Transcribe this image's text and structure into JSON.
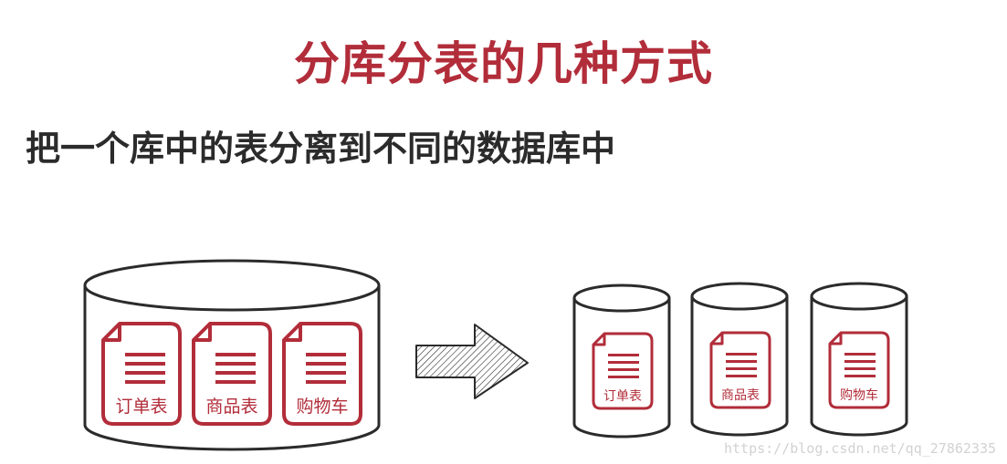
{
  "title": "分库分表的几种方式",
  "subtitle": "把一个库中的表分离到不同的数据库中",
  "colors": {
    "accent": "#b22d3a",
    "stroke": "#2b2b2b",
    "watermark": "#d2d2d2"
  },
  "source_database": {
    "tables": [
      {
        "label": "订单表",
        "icon": "document-icon"
      },
      {
        "label": "商品表",
        "icon": "document-icon"
      },
      {
        "label": "购物车",
        "icon": "document-icon"
      }
    ]
  },
  "arrow": {
    "icon": "right-arrow-icon"
  },
  "target_databases": [
    {
      "table": {
        "label": "订单表",
        "icon": "document-icon"
      }
    },
    {
      "table": {
        "label": "商品表",
        "icon": "document-icon"
      }
    },
    {
      "table": {
        "label": "购物车",
        "icon": "document-icon"
      }
    }
  ],
  "watermark": "https://blog.csdn.net/qq_27862335"
}
